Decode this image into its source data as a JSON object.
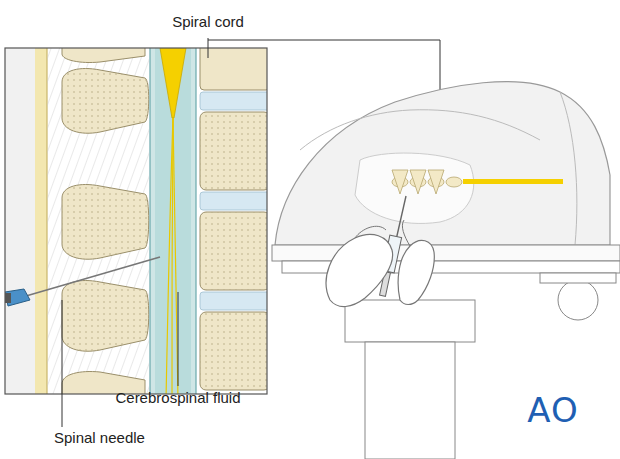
{
  "diagram": {
    "labels": [
      "Spiral cord",
      "Cerebrospinal fluid",
      "Spinal needle",
      "AO"
    ]
  }
}
